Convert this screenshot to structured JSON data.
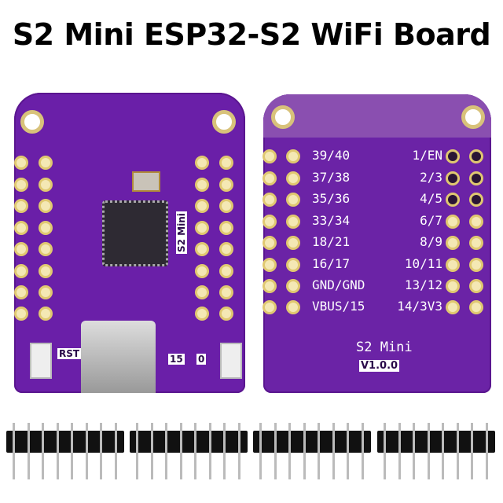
{
  "title": "S2 Mini ESP32-S2 WiFi Board",
  "front": {
    "silk_s2mini": "S2 Mini",
    "silk_rst": "RST",
    "silk_15": "15",
    "silk_0": "0"
  },
  "back": {
    "left_labels": [
      "39/40",
      "37/38",
      "35/36",
      "33/34",
      "18/21",
      "16/17",
      "GND/GND",
      "VBUS/15"
    ],
    "right_labels": [
      "1/EN",
      "2/3",
      "4/5",
      "6/7",
      "8/9",
      "10/11",
      "13/12",
      "14/3V3"
    ],
    "board_name": "S2 Mini",
    "version": "V1.0.0"
  },
  "colors": {
    "pcb": "#6a1fa8",
    "pad": "#e0c870",
    "silkscreen": "#ffffff"
  },
  "pin_headers": 4
}
